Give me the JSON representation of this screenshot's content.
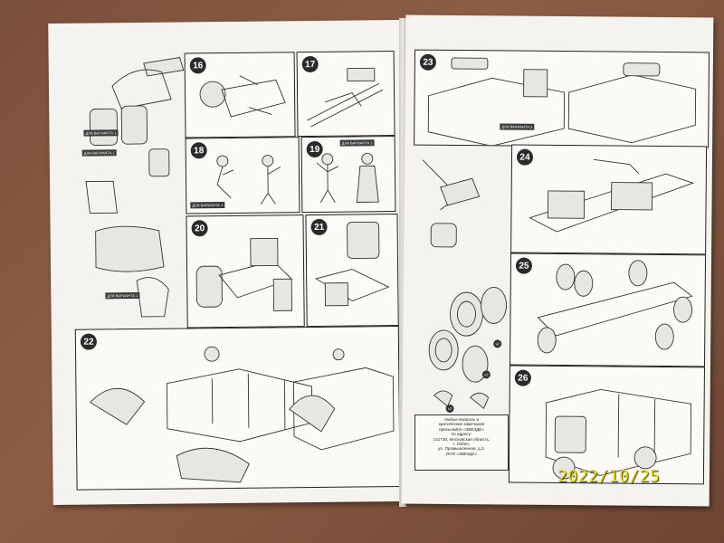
{
  "instructions": {
    "left_page": {
      "steps": [
        "16",
        "17",
        "18",
        "19",
        "20",
        "21",
        "22"
      ],
      "tags": [
        "ДЛЯ ВАРИАНТА 1",
        "ДЛЯ ВАРИАНТА 1",
        "ДЛЯ ВАРИАНТА 1",
        "ДЛЯ ВАРИАНТА 1",
        "ДЛЯ ВАРИАНТА 1"
      ]
    },
    "right_page": {
      "steps": [
        "23",
        "24",
        "25",
        "26"
      ],
      "tags": [
        "ДЛЯ ВАРИАНТА 2"
      ],
      "quantity_marks": [
        "x2",
        "x2",
        "x2"
      ]
    },
    "address_block": {
      "line1": "Любые вопросы и",
      "line2": "критические замечания",
      "line3": "присылайте «ЗВЕЗДЕ»",
      "line4": "по адресу:",
      "line5": "141730, Московская область,",
      "line6": "г. Лобня,",
      "line7": "ул. Промышленная, д.3,",
      "line8": "ООО «ЗВЕЗДА»"
    }
  },
  "photo": {
    "date_stamp": "2022/10/25"
  }
}
